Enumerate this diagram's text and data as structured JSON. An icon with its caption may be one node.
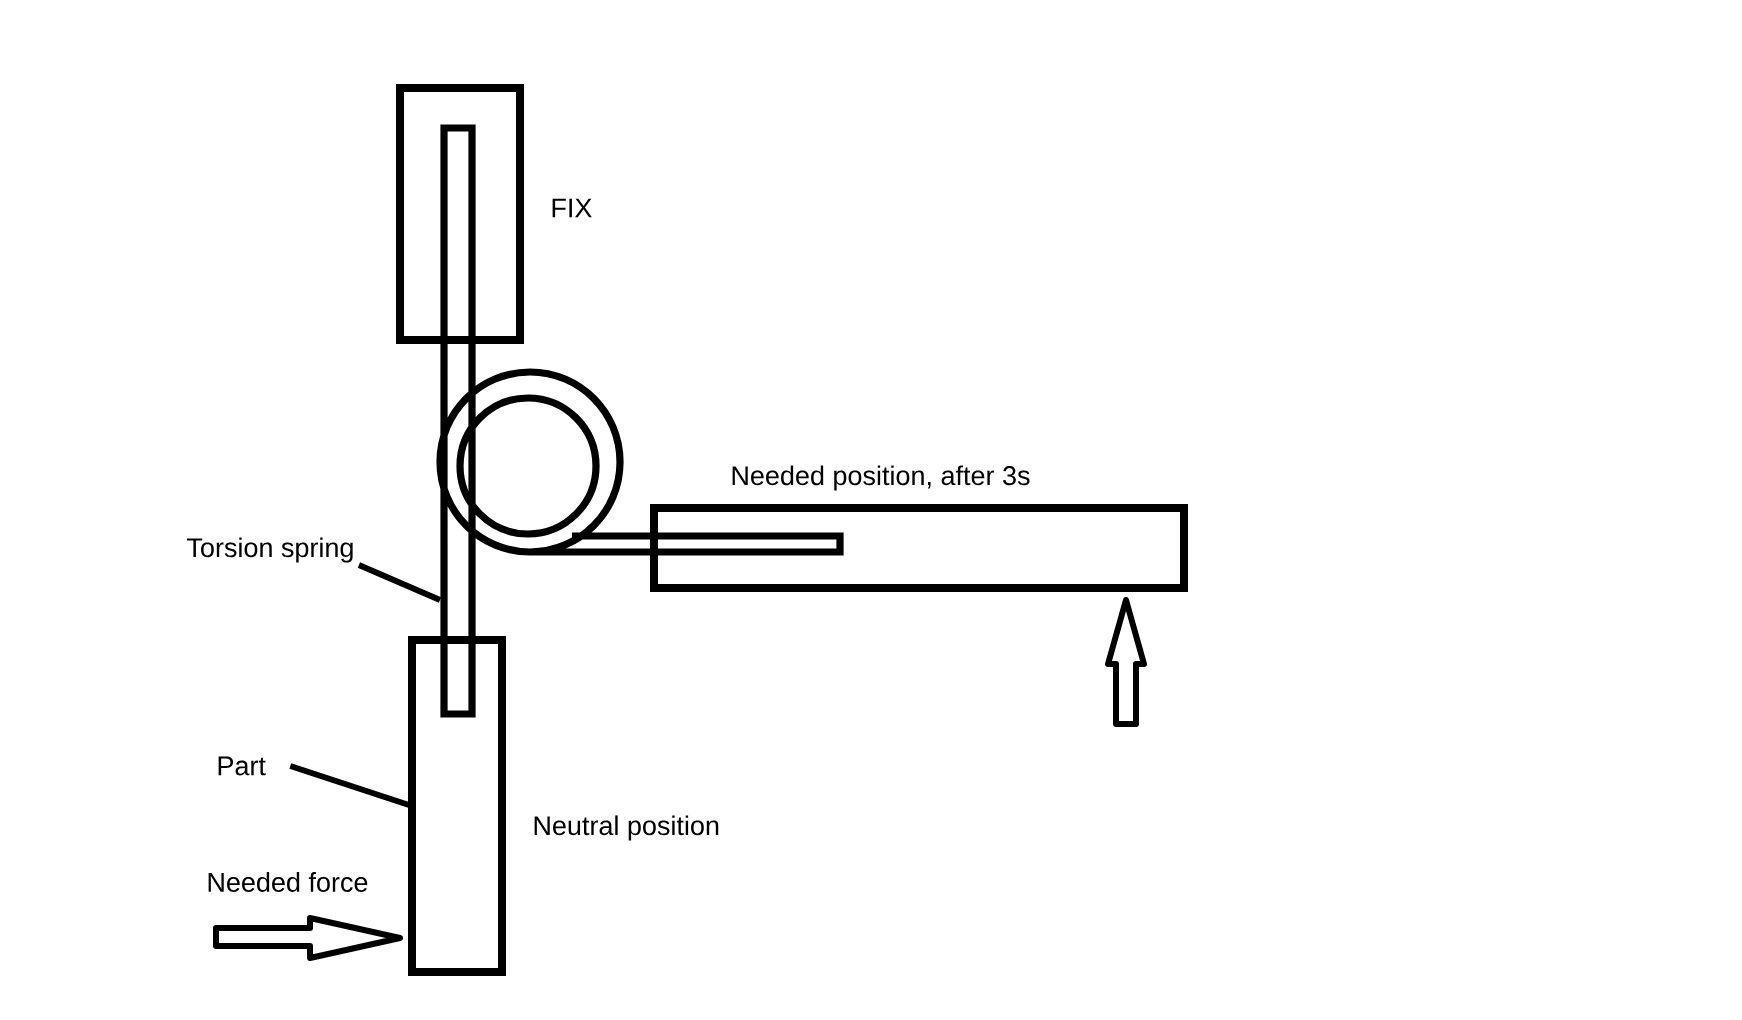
{
  "diagram": {
    "nodes": [
      {
        "text": [],
        "shape": "box"
      },
      {
        "text": [],
        "shape": "picture"
      },
      {
        "text": [
          "Torsion spring"
        ]
      },
      {
        "text": [
          "Part"
        ]
      },
      {
        "text": [],
        "shape": "box",
        "beside": [
          "Neutral position"
        ]
      },
      {
        "text": [],
        "shape": "box"
      }
    ],
    "edges": [
      {
        "from": 2,
        "to": 1,
        "arrow": "none"
      },
      {
        "from": 3,
        "to": 4,
        "arrow": "none"
      }
    ],
    "labels": [
      "FIX",
      "Needed position, after 3s",
      "Needed force"
    ]
  }
}
